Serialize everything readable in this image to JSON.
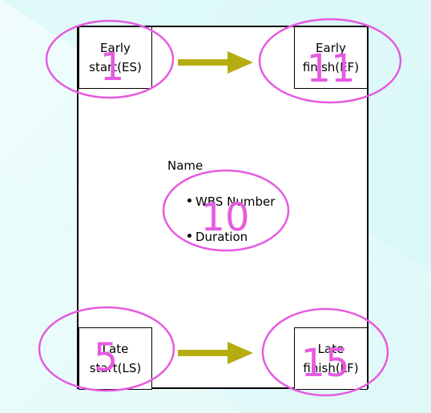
{
  "diagram": {
    "corners": {
      "es": {
        "line1": "Early",
        "line2": "start(ES)",
        "value": "1"
      },
      "ef": {
        "line1": "Early",
        "line2": "finish(EF)",
        "value": "11"
      },
      "ls": {
        "line1": "Late",
        "line2": "start(LS)",
        "value": "5"
      },
      "lf": {
        "line1": "Late",
        "line2": "finish(LF)",
        "value": "15"
      }
    },
    "center": {
      "title": "Name",
      "bullets": [
        "WBS Number",
        "Duration"
      ],
      "value": "10"
    },
    "colors": {
      "arrow": "#b5ad10",
      "annotation": "#e55be0"
    }
  }
}
